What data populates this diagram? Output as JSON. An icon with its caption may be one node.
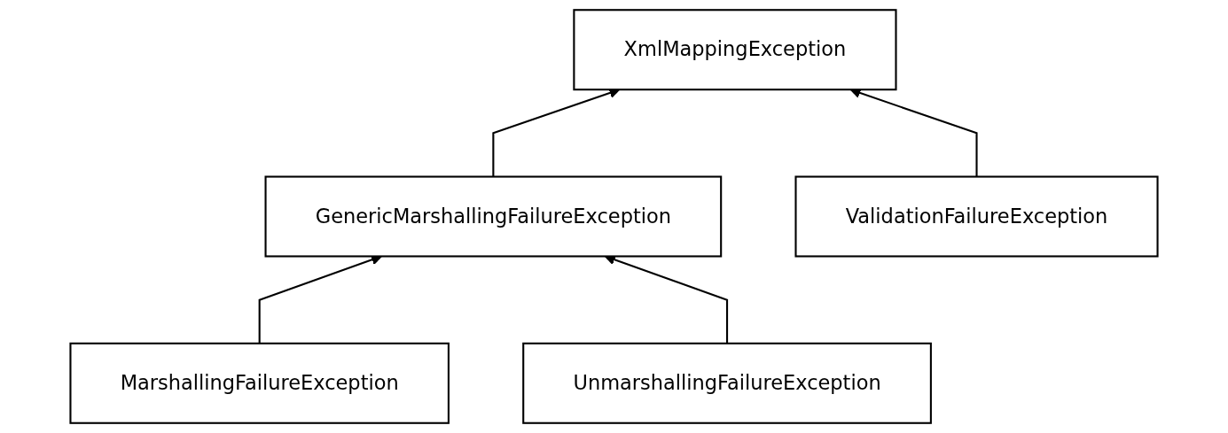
{
  "diagram": {
    "nodes": [
      {
        "text": [
          "XmlMappingException"
        ]
      },
      {
        "text": [
          "GenericMarshallingFailureException"
        ]
      },
      {
        "text": [
          "ValidationFailureException"
        ]
      },
      {
        "text": [
          "MarshallingFailureException"
        ]
      },
      {
        "text": [
          "UnmarshallingFailureException"
        ]
      }
    ],
    "edges": [
      {
        "from": 1,
        "to": 0,
        "arrow": "to"
      },
      {
        "from": 2,
        "to": 0,
        "arrow": "to"
      },
      {
        "from": 3,
        "to": 1,
        "arrow": "to"
      },
      {
        "from": 4,
        "to": 1,
        "arrow": "to"
      }
    ]
  }
}
